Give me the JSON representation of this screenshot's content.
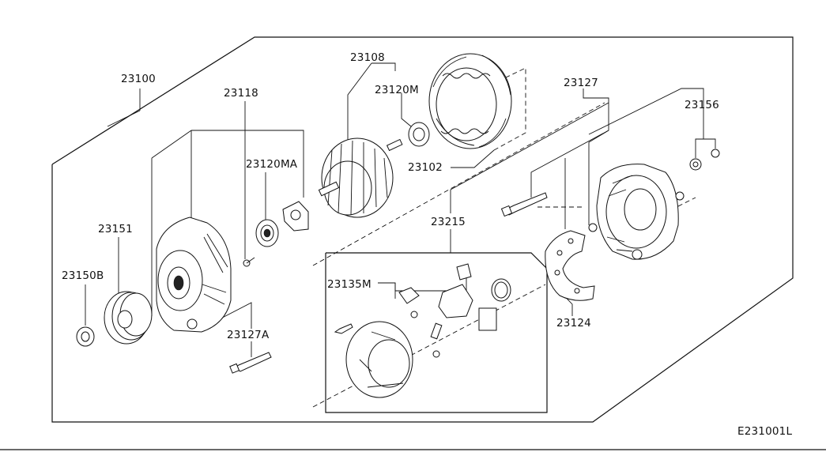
{
  "diagram": {
    "code": "E231001L",
    "parts": [
      {
        "id": "p23100",
        "label": "23100"
      },
      {
        "id": "p23108",
        "label": "23108"
      },
      {
        "id": "p23120M",
        "label": "23120M"
      },
      {
        "id": "p23118",
        "label": "23118"
      },
      {
        "id": "p23120MA",
        "label": "23120MA"
      },
      {
        "id": "p23102",
        "label": "23102"
      },
      {
        "id": "p23127",
        "label": "23127"
      },
      {
        "id": "p23156",
        "label": "23156"
      },
      {
        "id": "p23215",
        "label": "23215"
      },
      {
        "id": "p23151",
        "label": "23151"
      },
      {
        "id": "p23150B",
        "label": "23150B"
      },
      {
        "id": "p23135M",
        "label": "23135M"
      },
      {
        "id": "p23127A",
        "label": "23127A"
      },
      {
        "id": "p23124",
        "label": "23124"
      }
    ]
  }
}
